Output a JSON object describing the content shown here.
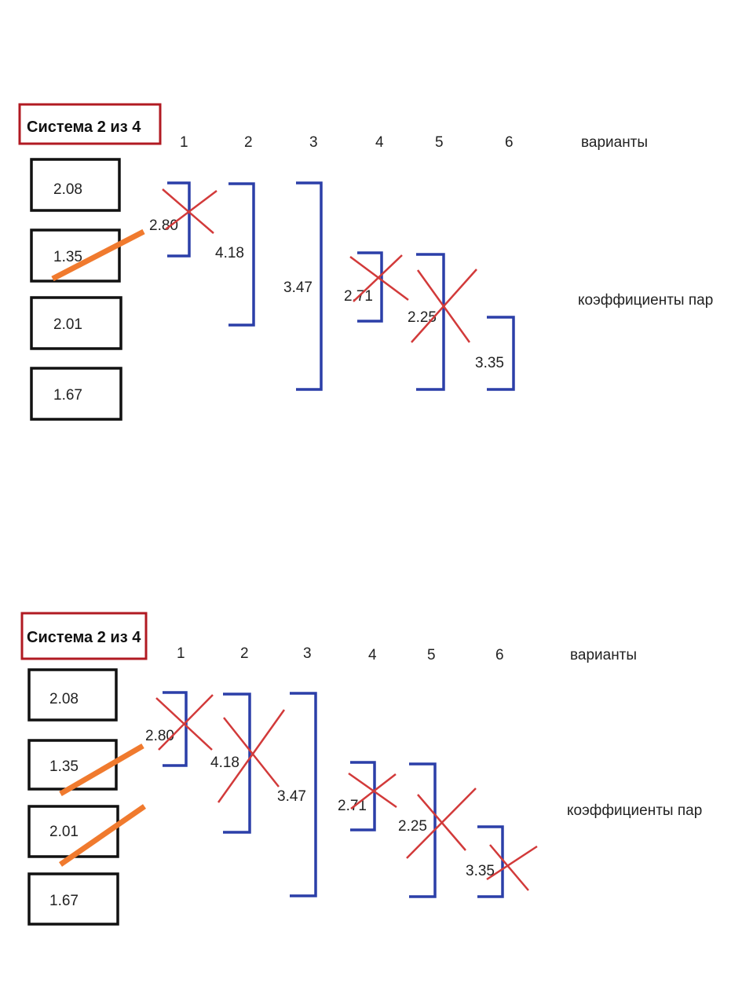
{
  "colors": {
    "title_border": "#b11a22",
    "box_border": "#111111",
    "bracket": "#2b3fa8",
    "cross": "#d23a3a",
    "strike": "#f07a2e"
  },
  "panels": [
    {
      "title": "Система 2 из 4",
      "odds": [
        "2.08",
        "1.35",
        "2.01",
        "1.67"
      ],
      "variant_numbers": [
        "1",
        "2",
        "3",
        "4",
        "5",
        "6"
      ],
      "variants_label": "варианты",
      "pairs_label": "коэффициенты пар",
      "pairs": [
        "2.80",
        "4.18",
        "3.47",
        "2.71",
        "2.25",
        "3.35"
      ],
      "crossed_pairs": [
        1,
        4,
        5
      ],
      "struck_odds": [
        2
      ]
    },
    {
      "title": "Система 2 из 4",
      "odds": [
        "2.08",
        "1.35",
        "2.01",
        "1.67"
      ],
      "variant_numbers": [
        "1",
        "2",
        "3",
        "4",
        "5",
        "6"
      ],
      "variants_label": "варианты",
      "pairs_label": "коэффициенты пар",
      "pairs": [
        "2.80",
        "4.18",
        "3.47",
        "2.71",
        "2.25",
        "3.35"
      ],
      "crossed_pairs": [
        1,
        2,
        4,
        5,
        6
      ],
      "struck_odds": [
        2,
        3
      ]
    }
  ]
}
